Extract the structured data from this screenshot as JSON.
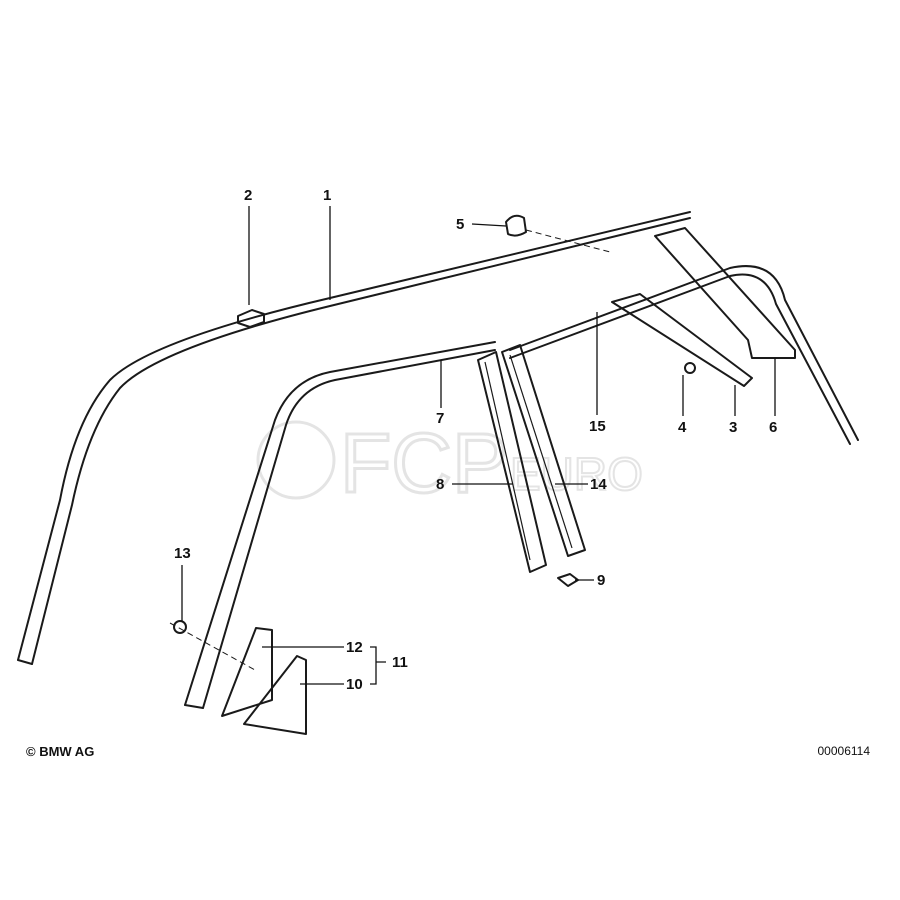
{
  "diagram": {
    "callouts": {
      "c1": "1",
      "c2": "2",
      "c3": "3",
      "c4": "4",
      "c5": "5",
      "c6": "6",
      "c7": "7",
      "c8": "8",
      "c9": "9",
      "c10": "10",
      "c11": "11",
      "c12": "12",
      "c13": "13",
      "c14": "14",
      "c15": "15"
    },
    "watermark": {
      "main": "FCP",
      "sub": "EURO"
    }
  },
  "footer": {
    "copyright": "© BMW AG",
    "diagram_number": "00006114"
  }
}
